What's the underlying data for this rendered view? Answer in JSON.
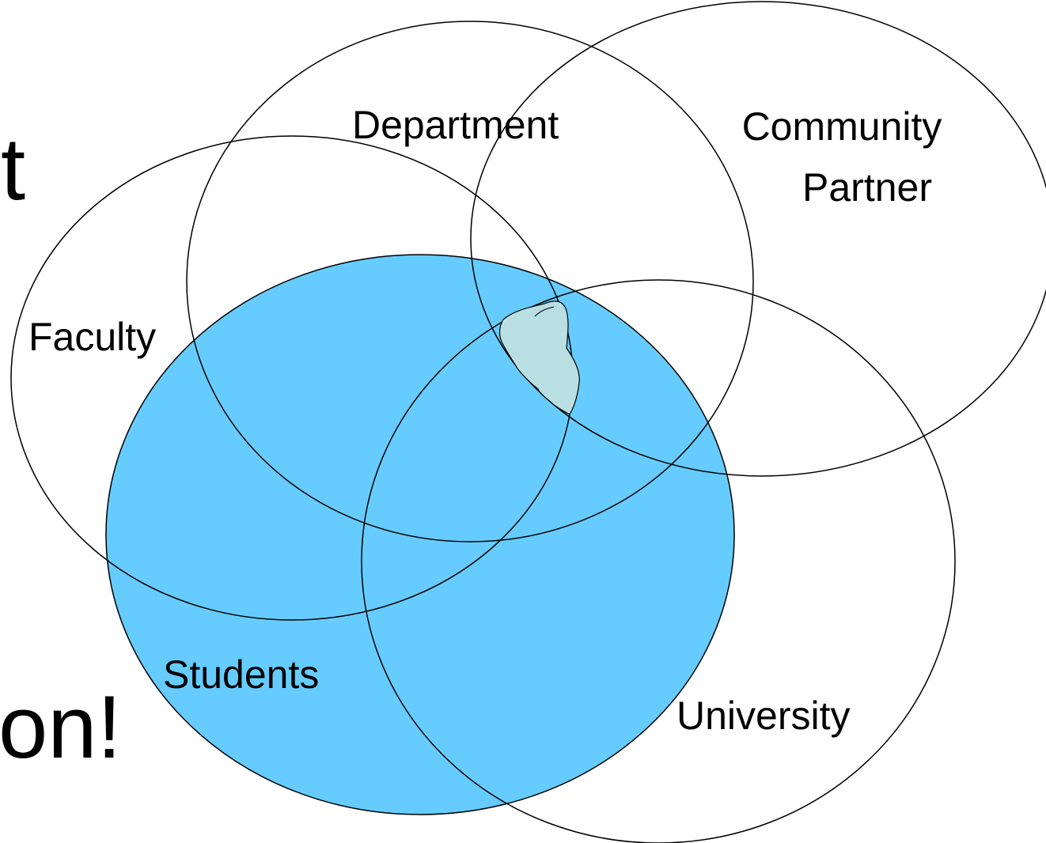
{
  "diagram": {
    "circles": [
      {
        "id": "students",
        "label": "Students",
        "fill": "#66CCFF"
      },
      {
        "id": "faculty",
        "label": "Faculty",
        "fill": "none"
      },
      {
        "id": "department",
        "label": "Department",
        "fill": "none"
      },
      {
        "id": "community-partner",
        "label_lines": [
          "Community",
          "Partner"
        ],
        "fill": "none"
      },
      {
        "id": "university",
        "label": "University",
        "fill": "none"
      }
    ],
    "overlap_region_fill": "#BADFE3",
    "stroke_color": "#000000"
  },
  "background_text": {
    "top_fragment": "t",
    "bottom_fragment": "on!"
  }
}
